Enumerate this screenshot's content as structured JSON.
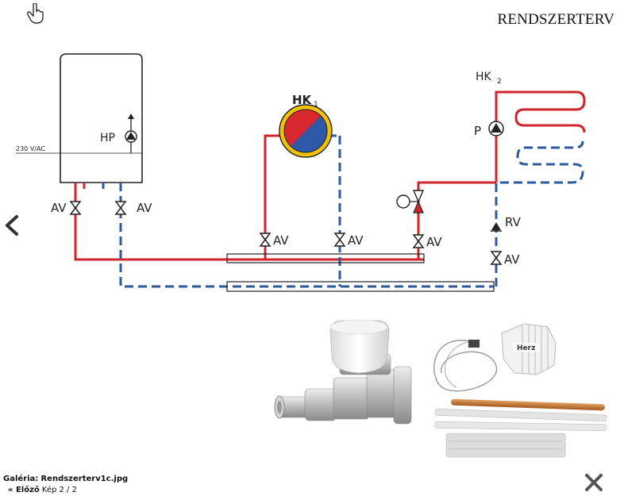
{
  "image_title": "RENDSZERTERV",
  "diagram_labels": {
    "voltage": "230 V/AC",
    "hp": "HP",
    "hk1": "HK",
    "hk1_sub": "1",
    "hk2": "HK",
    "hk2_sub": "2",
    "p": "P",
    "rv": "RV",
    "av": "AV"
  },
  "gallery": {
    "label": "Galéria:",
    "filename": "Rendszerterv1c.jpg",
    "prev_label": "« Előző",
    "counter": "Kép 2 / 2"
  },
  "product_brand": "Herz",
  "icons": {
    "prev": "chevron-left-icon",
    "close": "close-icon",
    "cursor": "hand-pointer-icon"
  },
  "colors": {
    "supply_pipe": "#d0262b",
    "return_pipe": "#2c5aa0",
    "accent_yellow": "#f2c200"
  }
}
